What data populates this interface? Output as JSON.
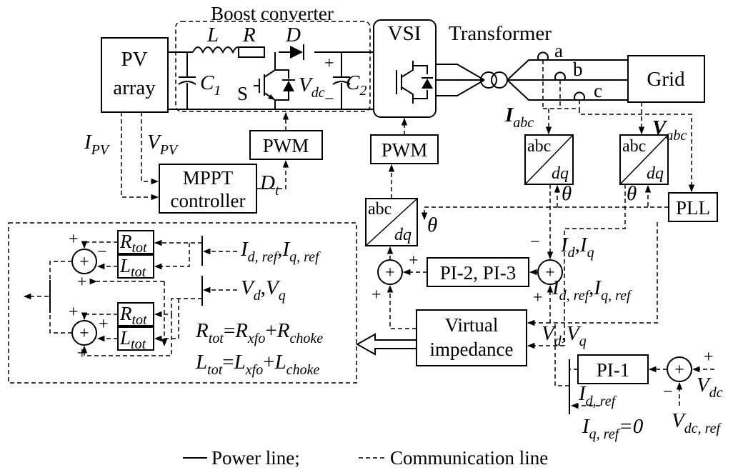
{
  "blocks": {
    "pv_line1": "PV",
    "pv_line2": "array",
    "boost": "Boost converter",
    "vsi": "VSI",
    "transformer": "Transformer",
    "grid": "Grid",
    "pwm_boost": "PWM",
    "pwm_vsi": "PWM",
    "mppt_line1": "MPPT",
    "mppt_line2": "controller",
    "abcdq_top": "abc",
    "abcdq_bottom": "dq",
    "pll": "PLL",
    "pi23": "PI-2, PI-3",
    "pi1": "PI-1",
    "vi_line1": "Virtual",
    "vi_line2": "impedance"
  },
  "components": {
    "L": "L",
    "R": "R",
    "D": "D",
    "C1": "C",
    "C1_sub": "1",
    "C2": "C",
    "C2_sub": "2",
    "S": "S",
    "Vdc": "V",
    "Vdc_sub": "dc"
  },
  "phases": {
    "a": "a",
    "b": "b",
    "c": "c"
  },
  "signals": {
    "I": "I",
    "V": "V",
    "sub_pv": "PV",
    "sub_abc": "abc",
    "D": "D",
    "sub_t": "t",
    "theta": "θ",
    "Id": "I",
    "sub_d": "d",
    "comma": ",",
    "Iq": "I",
    "sub_q": "q",
    "sub_dref": "d, ref",
    "sub_qref": "q, ref",
    "sub_dc": "dc",
    "sub_dcref": "dc, ref",
    "eq_zero": "=0",
    "plus": "+",
    "minus": "−",
    "R": "R",
    "L": "L",
    "sub_tot": "tot",
    "eq": "=",
    "plus_sign": "+",
    "sub_xfo": "xfo",
    "sub_choke": "choke"
  },
  "legend": {
    "power": "Power line;",
    "comm": "Communication line"
  }
}
